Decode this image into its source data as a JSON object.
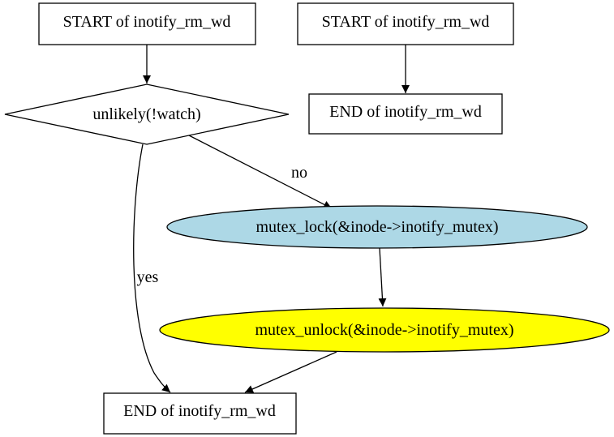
{
  "nodes": {
    "start_left": {
      "label": "START of inotify_rm_wd"
    },
    "start_right": {
      "label": "START of inotify_rm_wd"
    },
    "end_right": {
      "label": "END of inotify_rm_wd"
    },
    "decision": {
      "label": "unlikely(!watch)"
    },
    "mutex_lock": {
      "label": "mutex_lock(&inode->inotify_mutex)",
      "fill": "#add8e6"
    },
    "mutex_unlock": {
      "label": "mutex_unlock(&inode->inotify_mutex)",
      "fill": "#ffff00"
    },
    "end_bottom": {
      "label": "END of inotify_rm_wd"
    }
  },
  "edges": {
    "no_label": "no",
    "yes_label": "yes"
  }
}
